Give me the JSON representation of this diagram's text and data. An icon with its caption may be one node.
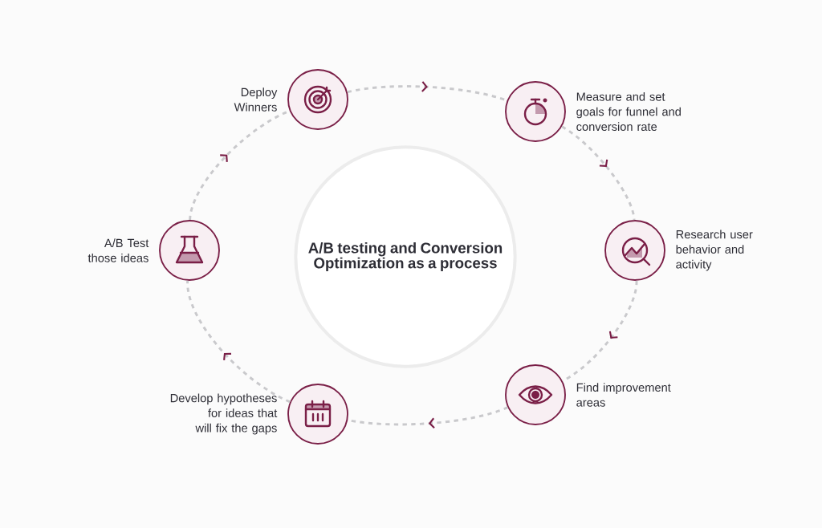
{
  "diagram": {
    "nodes": [
      {
        "text": [
          "Deploy Winners"
        ]
      },
      {
        "text": [
          "Measure and set goals for funnel and conversion rate"
        ]
      },
      {
        "text": [
          "Research user behavior and activity"
        ]
      },
      {
        "text": [
          "Find improvement areas"
        ]
      },
      {
        "text": [
          "Develop hypotheses for ideas that will fix the gaps"
        ]
      },
      {
        "text": [
          "A/B Test those ideas"
        ]
      },
      {
        "text": [
          "A/B testing and Conversion Optimization as a process"
        ]
      }
    ],
    "edges": [
      {
        "from": 0,
        "to": 1,
        "arrow": "to"
      },
      {
        "from": 1,
        "to": 2,
        "arrow": "to"
      },
      {
        "from": 2,
        "to": 3,
        "arrow": "to"
      },
      {
        "from": 3,
        "to": 4,
        "arrow": "to"
      },
      {
        "from": 4,
        "to": 5,
        "arrow": "to"
      },
      {
        "from": 5,
        "to": 0,
        "arrow": "to"
      }
    ]
  }
}
